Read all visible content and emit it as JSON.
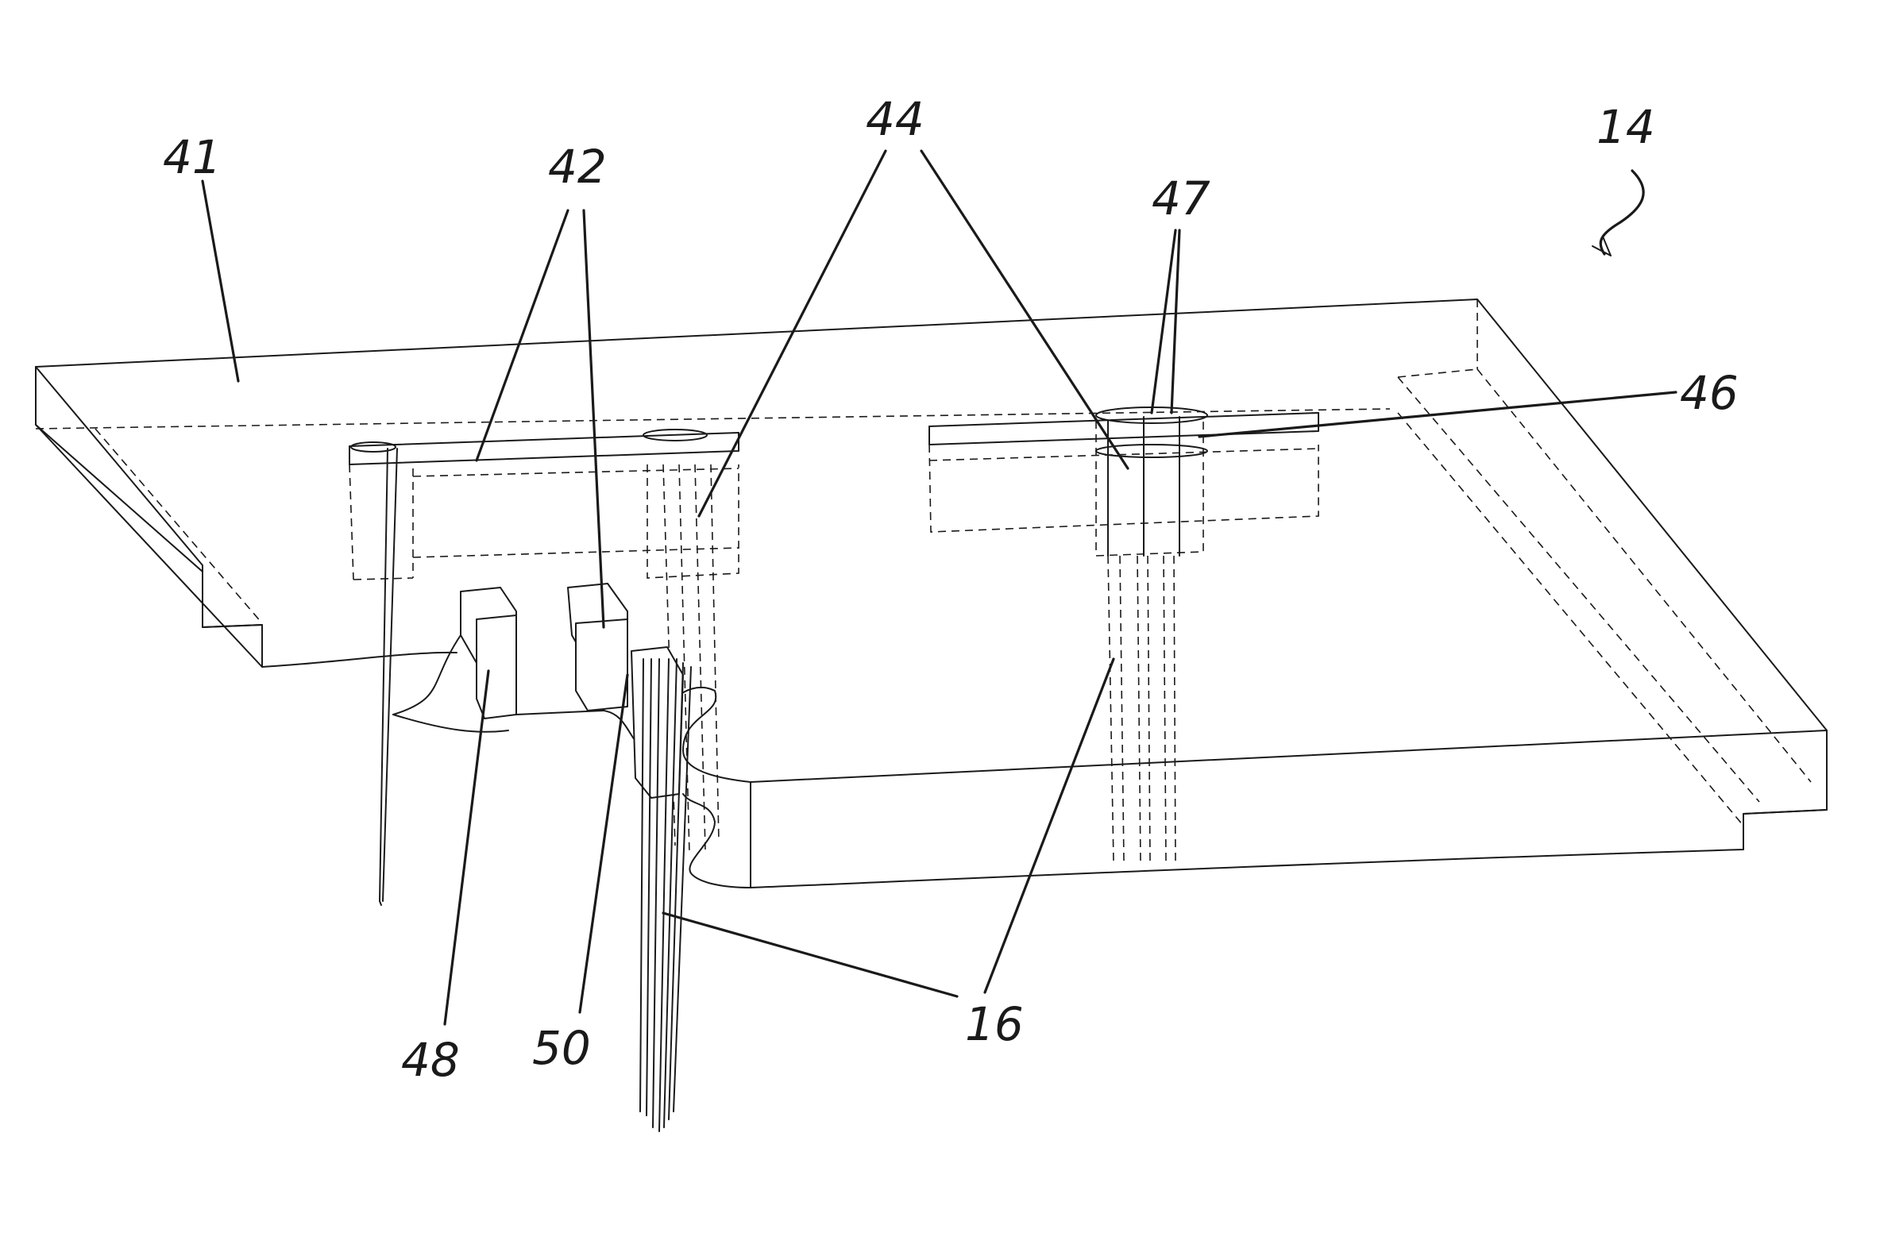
{
  "figure": {
    "reference_numerals": {
      "assembly": "14",
      "substrate": "41",
      "channels": "42",
      "wells": "44",
      "manifold": "46",
      "ports": "47",
      "block_48": "48",
      "block_50": "50",
      "needles": "16"
    }
  }
}
